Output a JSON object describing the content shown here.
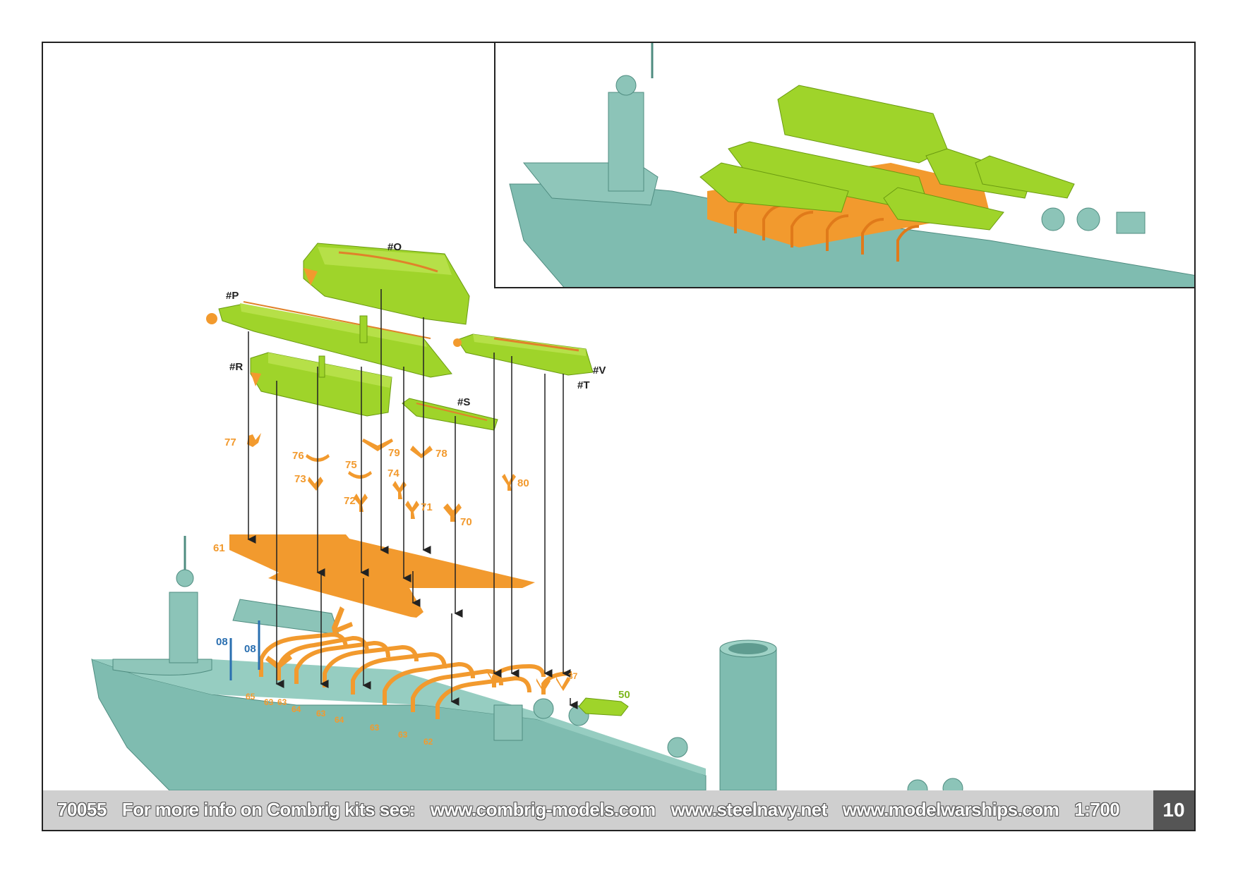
{
  "footer": {
    "kit_number": "70055",
    "info_text": "For more info on Combrig kits see:",
    "link1": "www.combrig-models.com",
    "link2": "www.steelnavy.net",
    "link3": "www.modelwarships.com",
    "scale": "1:700"
  },
  "page_number": "10",
  "boat_labels": {
    "o": "#O",
    "p": "#P",
    "r": "#R",
    "s": "#S",
    "t": "#T",
    "v": "#V"
  },
  "part_labels": {
    "p77": "77",
    "p76": "76",
    "p79": "79",
    "p78": "78",
    "p75": "75",
    "p74": "74",
    "p73": "73",
    "p72": "72",
    "p71": "71",
    "p70": "70",
    "p80": "80",
    "p61": "61",
    "p08a": "08",
    "p08b": "08",
    "p65": "65",
    "p63a": "63",
    "p63b": "63",
    "p64a": "64",
    "p63c": "63",
    "p64b": "64",
    "p63d": "63",
    "p63e": "63",
    "p62": "62",
    "p37": "37",
    "p50": "50"
  },
  "colors": {
    "hull": "#7fbcb0",
    "orange": "#f29a2e",
    "green": "#9fd42a",
    "blue": "#2a6fb0",
    "arrow": "#222222"
  }
}
